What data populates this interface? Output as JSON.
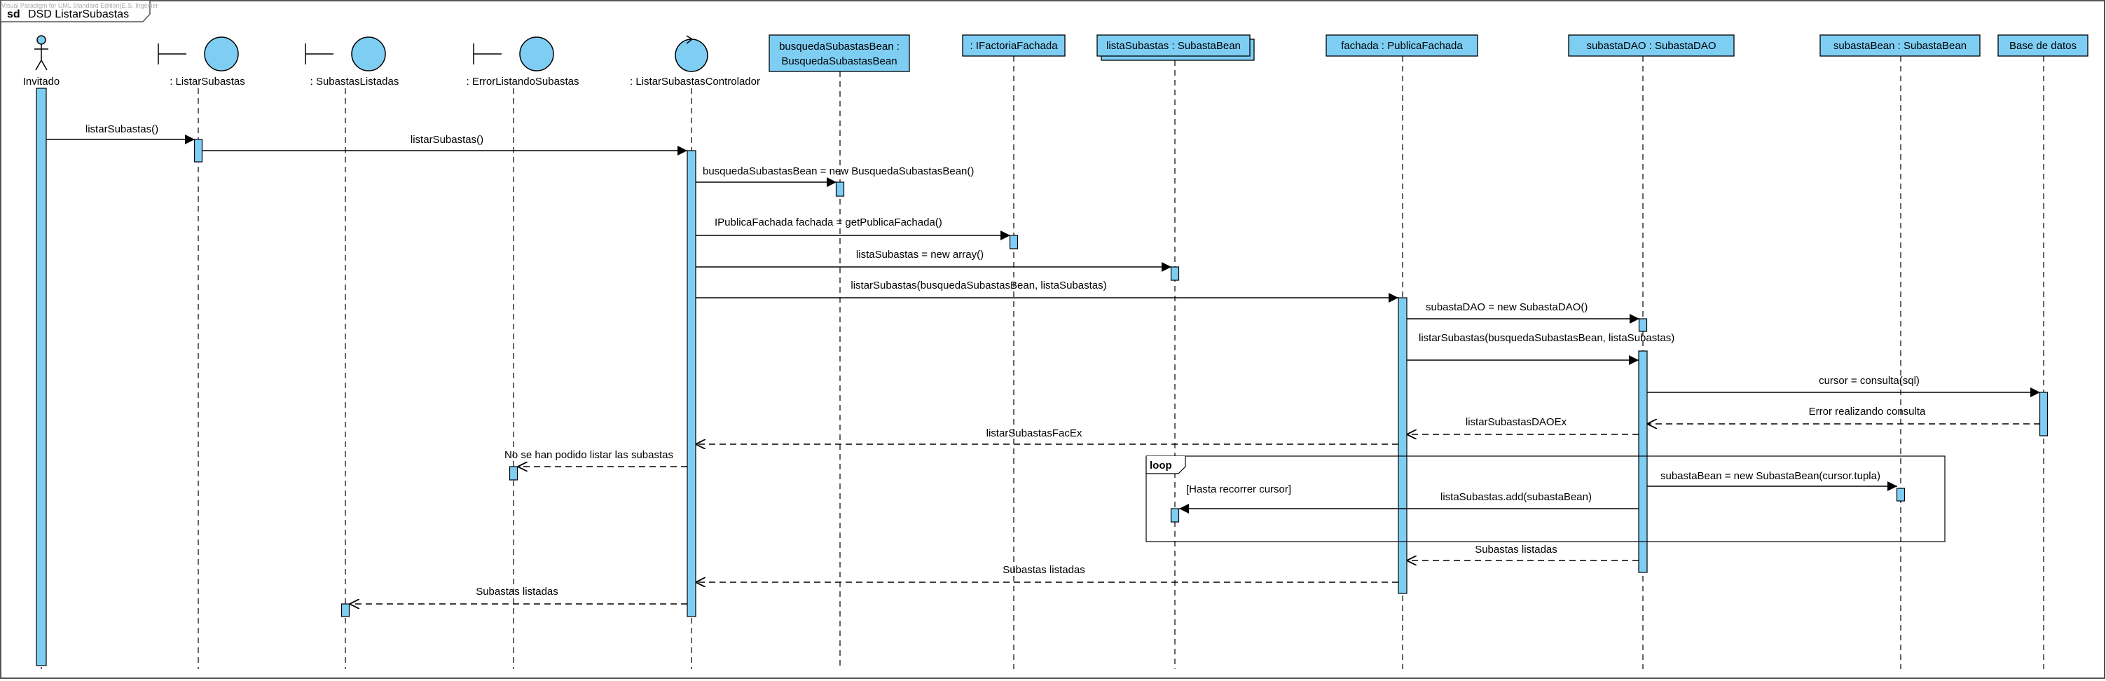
{
  "watermark": "Visual Paradigm for UML Standard Edition(E.S. Ingenier",
  "frame": {
    "keyword": "sd",
    "title": "DSD ListarSubastas"
  },
  "colors": {
    "fill": "#7ecef4",
    "stroke": "#000000",
    "frame": "#555555"
  },
  "participants": [
    {
      "id": "invitado",
      "label": "Invitado",
      "kind": "actor"
    },
    {
      "id": "listar",
      "label": ": ListarSubastas",
      "kind": "boundary"
    },
    {
      "id": "listadas",
      "label": ": SubastasListadas",
      "kind": "boundary"
    },
    {
      "id": "error",
      "label": ": ErrorListandoSubastas",
      "kind": "boundary"
    },
    {
      "id": "ctrl",
      "label": ": ListarSubastasControlador",
      "kind": "control"
    },
    {
      "id": "busq",
      "label": "busquedaSubastasBean :",
      "label2": "BusquedaSubastasBean",
      "kind": "object"
    },
    {
      "id": "ifac",
      "label": ": IFactoriaFachada",
      "kind": "object"
    },
    {
      "id": "lista",
      "label": "listaSubastas : SubastaBean",
      "kind": "multiobject"
    },
    {
      "id": "fachada",
      "label": "fachada : PublicaFachada",
      "kind": "object"
    },
    {
      "id": "dao",
      "label": "subastaDAO : SubastaDAO",
      "kind": "object"
    },
    {
      "id": "bean",
      "label": "subastaBean : SubastaBean",
      "kind": "object"
    },
    {
      "id": "bd",
      "label": "Base de datos",
      "kind": "object"
    }
  ],
  "messages": [
    {
      "from": "invitado",
      "to": "listar",
      "label": "listarSubastas()",
      "type": "sync"
    },
    {
      "from": "listar",
      "to": "ctrl",
      "label": "listarSubastas()",
      "type": "sync"
    },
    {
      "from": "ctrl",
      "to": "busq",
      "label": "busquedaSubastasBean = new BusquedaSubastasBean()",
      "type": "sync"
    },
    {
      "from": "ctrl",
      "to": "ifac",
      "label": "IPublicaFachada fachada =  getPublicaFachada()",
      "type": "sync"
    },
    {
      "from": "ctrl",
      "to": "lista",
      "label": "listaSubastas = new array()",
      "type": "sync"
    },
    {
      "from": "ctrl",
      "to": "fachada",
      "label": "listarSubastas(busquedaSubastasBean, listaSubastas)",
      "type": "sync"
    },
    {
      "from": "fachada",
      "to": "dao",
      "label": "subastaDAO = new SubastaDAO()",
      "type": "sync"
    },
    {
      "from": "fachada",
      "to": "dao",
      "label": "listarSubastas(busquedaSubastasBean, listaSubastas)",
      "type": "sync"
    },
    {
      "from": "dao",
      "to": "bd",
      "label": "cursor = consulta(sql)",
      "type": "sync"
    },
    {
      "from": "bd",
      "to": "dao",
      "label": "Error realizando consulta",
      "type": "return"
    },
    {
      "from": "dao",
      "to": "fachada",
      "label": "listarSubastasDAOEx",
      "type": "return"
    },
    {
      "from": "fachada",
      "to": "ctrl",
      "label": "listarSubastasFacEx",
      "type": "return"
    },
    {
      "from": "ctrl",
      "to": "error",
      "label": "No se han podido listar las subastas",
      "type": "return"
    },
    {
      "from": "dao",
      "to": "bean",
      "label": "subastaBean = new SubastaBean(cursor.tupla)",
      "type": "sync"
    },
    {
      "from": "dao",
      "to": "lista",
      "label": "listaSubastas.add(subastaBean)",
      "type": "sync"
    },
    {
      "from": "dao",
      "to": "fachada",
      "label": "Subastas listadas",
      "type": "return"
    },
    {
      "from": "fachada",
      "to": "ctrl",
      "label": "Subastas listadas",
      "type": "return"
    },
    {
      "from": "ctrl",
      "to": "listadas",
      "label": "Subastas listadas",
      "type": "return"
    }
  ],
  "loop": {
    "keyword": "loop",
    "guard": "[Hasta recorrer cursor]"
  }
}
